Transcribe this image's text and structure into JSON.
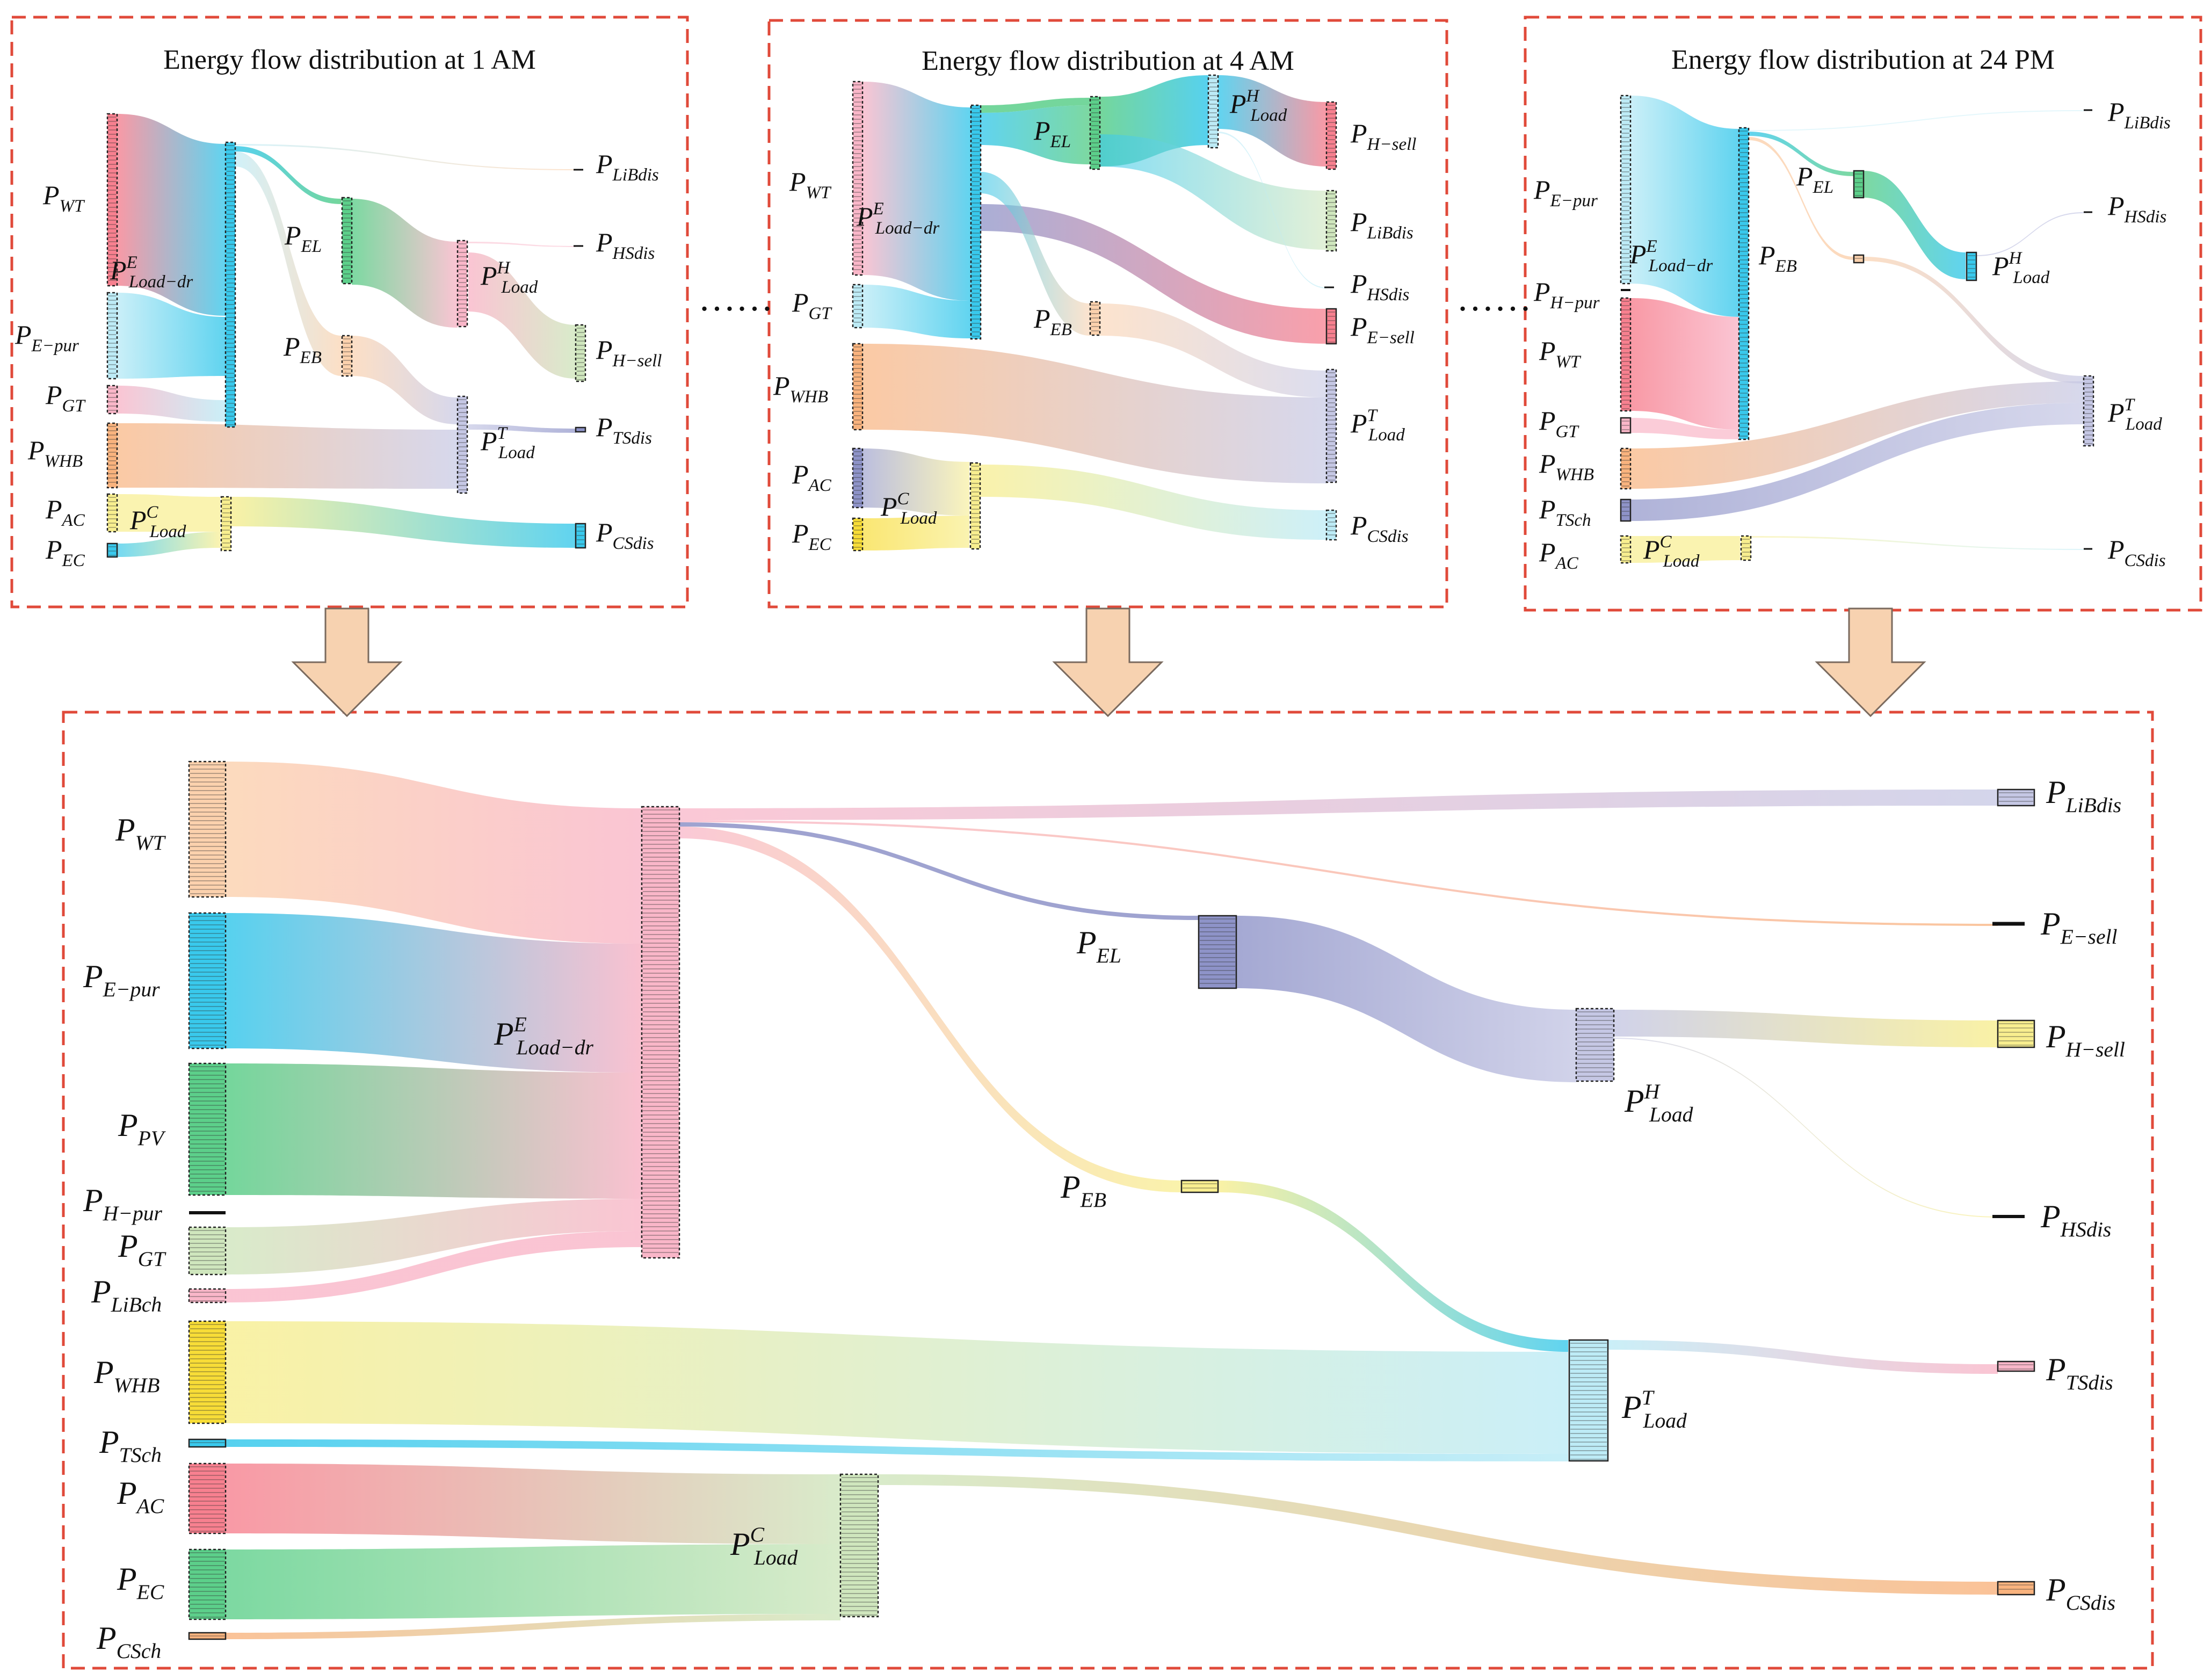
{
  "colors": {
    "frame": "#e04a3a",
    "arrow_fill": "#f7d2b0",
    "arrow_stroke": "#7a6a5e",
    "pink": "#f9b6c8",
    "red": "#f7808f",
    "cyan": "#39c9ec",
    "lightcyan": "#bdebf6",
    "green": "#5ccf8a",
    "lavender": "#c5c7e4",
    "periwinkle": "#8e93c8",
    "orange": "#f9b37e",
    "peach": "#fbd1ad",
    "yellow": "#f8ee8f",
    "gold": "#f7dc37",
    "lightgreen": "#cfe6bd",
    "darknavy": "#2c3a8a"
  },
  "separator": "……",
  "panels": [
    {
      "title": "Energy flow distribution at 1 AM",
      "labels": [
        {
          "id": "WT",
          "main": "P",
          "sub": "WT",
          "sup": ""
        },
        {
          "id": "Epur",
          "main": "P",
          "sub": "E−pur",
          "sup": ""
        },
        {
          "id": "GT",
          "main": "P",
          "sub": "GT",
          "sup": ""
        },
        {
          "id": "WHB",
          "main": "P",
          "sub": "WHB",
          "sup": ""
        },
        {
          "id": "AC",
          "main": "P",
          "sub": "AC",
          "sup": ""
        },
        {
          "id": "EC",
          "main": "P",
          "sub": "EC",
          "sup": ""
        },
        {
          "id": "ELoad",
          "main": "P",
          "sub": "Load−dr",
          "sup": "E"
        },
        {
          "id": "CLoad",
          "main": "P",
          "sub": "Load",
          "sup": "C"
        },
        {
          "id": "EL",
          "main": "P",
          "sub": "EL",
          "sup": ""
        },
        {
          "id": "EB",
          "main": "P",
          "sub": "EB",
          "sup": ""
        },
        {
          "id": "HLoad",
          "main": "P",
          "sub": "Load",
          "sup": "H"
        },
        {
          "id": "TLoad",
          "main": "P",
          "sub": "Load",
          "sup": "T"
        },
        {
          "id": "LiBdis",
          "main": "P",
          "sub": "LiBdis",
          "sup": ""
        },
        {
          "id": "HSdis",
          "main": "P",
          "sub": "HSdis",
          "sup": ""
        },
        {
          "id": "Hsell",
          "main": "P",
          "sub": "H−sell",
          "sup": ""
        },
        {
          "id": "TSdis",
          "main": "P",
          "sub": "TSdis",
          "sup": ""
        },
        {
          "id": "CSdis",
          "main": "P",
          "sub": "CSdis",
          "sup": ""
        }
      ]
    },
    {
      "title": "Energy flow distribution at 4 AM",
      "labels": [
        {
          "id": "WT",
          "main": "P",
          "sub": "WT",
          "sup": ""
        },
        {
          "id": "ELoad",
          "main": "P",
          "sub": "Load−dr",
          "sup": "E"
        },
        {
          "id": "GT",
          "main": "P",
          "sub": "GT",
          "sup": ""
        },
        {
          "id": "WHB",
          "main": "P",
          "sub": "WHB",
          "sup": ""
        },
        {
          "id": "AC",
          "main": "P",
          "sub": "AC",
          "sup": ""
        },
        {
          "id": "EC",
          "main": "P",
          "sub": "EC",
          "sup": ""
        },
        {
          "id": "CLoad",
          "main": "P",
          "sub": "Load",
          "sup": "C"
        },
        {
          "id": "EL",
          "main": "P",
          "sub": "EL",
          "sup": ""
        },
        {
          "id": "EB",
          "main": "P",
          "sub": "EB",
          "sup": ""
        },
        {
          "id": "HLoad",
          "main": "P",
          "sub": "Load",
          "sup": "H"
        },
        {
          "id": "Hsell",
          "main": "P",
          "sub": "H−sell",
          "sup": ""
        },
        {
          "id": "LiBdis",
          "main": "P",
          "sub": "LiBdis",
          "sup": ""
        },
        {
          "id": "HSdis",
          "main": "P",
          "sub": "HSdis",
          "sup": ""
        },
        {
          "id": "Esell",
          "main": "P",
          "sub": "E−sell",
          "sup": ""
        },
        {
          "id": "TLoad",
          "main": "P",
          "sub": "Load",
          "sup": "T"
        },
        {
          "id": "CSdis",
          "main": "P",
          "sub": "CSdis",
          "sup": ""
        }
      ]
    },
    {
      "title": "Energy flow distribution at 24 PM",
      "labels": [
        {
          "id": "Epur",
          "main": "P",
          "sub": "E−pur",
          "sup": ""
        },
        {
          "id": "ELoad",
          "main": "P",
          "sub": "Load−dr",
          "sup": "E"
        },
        {
          "id": "Hpur",
          "main": "P",
          "sub": "H−pur",
          "sup": ""
        },
        {
          "id": "WT",
          "main": "P",
          "sub": "WT",
          "sup": ""
        },
        {
          "id": "GT",
          "main": "P",
          "sub": "GT",
          "sup": ""
        },
        {
          "id": "WHB",
          "main": "P",
          "sub": "WHB",
          "sup": ""
        },
        {
          "id": "TSch",
          "main": "P",
          "sub": "TSch",
          "sup": ""
        },
        {
          "id": "AC",
          "main": "P",
          "sub": "AC",
          "sup": ""
        },
        {
          "id": "CLoad",
          "main": "P",
          "sub": "Load",
          "sup": "C"
        },
        {
          "id": "EL",
          "main": "P",
          "sub": "EL",
          "sup": ""
        },
        {
          "id": "EB",
          "main": "P",
          "sub": "EB",
          "sup": ""
        },
        {
          "id": "HLoad",
          "main": "P",
          "sub": "Load",
          "sup": "H"
        },
        {
          "id": "TLoad",
          "main": "P",
          "sub": "Load",
          "sup": "T"
        },
        {
          "id": "LiBdis",
          "main": "P",
          "sub": "LiBdis",
          "sup": ""
        },
        {
          "id": "HSdis",
          "main": "P",
          "sub": "HSdis",
          "sup": ""
        },
        {
          "id": "CSdis",
          "main": "P",
          "sub": "CSdis",
          "sup": ""
        }
      ]
    }
  ],
  "bottom": {
    "labels": [
      {
        "id": "WT",
        "main": "P",
        "sub": "WT",
        "sup": ""
      },
      {
        "id": "Epur",
        "main": "P",
        "sub": "E−pur",
        "sup": ""
      },
      {
        "id": "PV",
        "main": "P",
        "sub": "PV",
        "sup": ""
      },
      {
        "id": "Hpur",
        "main": "P",
        "sub": "H−pur",
        "sup": ""
      },
      {
        "id": "GT",
        "main": "P",
        "sub": "GT",
        "sup": ""
      },
      {
        "id": "LiBch",
        "main": "P",
        "sub": "LiBch",
        "sup": ""
      },
      {
        "id": "WHB",
        "main": "P",
        "sub": "WHB",
        "sup": ""
      },
      {
        "id": "TSch",
        "main": "P",
        "sub": "TSch",
        "sup": ""
      },
      {
        "id": "AC",
        "main": "P",
        "sub": "AC",
        "sup": ""
      },
      {
        "id": "EC",
        "main": "P",
        "sub": "EC",
        "sup": ""
      },
      {
        "id": "CSch",
        "main": "P",
        "sub": "CSch",
        "sup": ""
      },
      {
        "id": "ELoad",
        "main": "P",
        "sub": "Load−dr",
        "sup": "E"
      },
      {
        "id": "CLoad",
        "main": "P",
        "sub": "Load",
        "sup": "C"
      },
      {
        "id": "EL",
        "main": "P",
        "sub": "EL",
        "sup": ""
      },
      {
        "id": "EB",
        "main": "P",
        "sub": "EB",
        "sup": ""
      },
      {
        "id": "HLoad",
        "main": "P",
        "sub": "Load",
        "sup": "H"
      },
      {
        "id": "TLoad",
        "main": "P",
        "sub": "Load",
        "sup": "T"
      },
      {
        "id": "LiBdis",
        "main": "P",
        "sub": "LiBdis",
        "sup": ""
      },
      {
        "id": "Esell",
        "main": "P",
        "sub": "E−sell",
        "sup": ""
      },
      {
        "id": "Hsell",
        "main": "P",
        "sub": "H−sell",
        "sup": ""
      },
      {
        "id": "HSdis",
        "main": "P",
        "sub": "HSdis",
        "sup": ""
      },
      {
        "id": "TSdis",
        "main": "P",
        "sub": "TSdis",
        "sup": ""
      },
      {
        "id": "CSdis",
        "main": "P",
        "sub": "CSdis",
        "sup": ""
      }
    ]
  }
}
